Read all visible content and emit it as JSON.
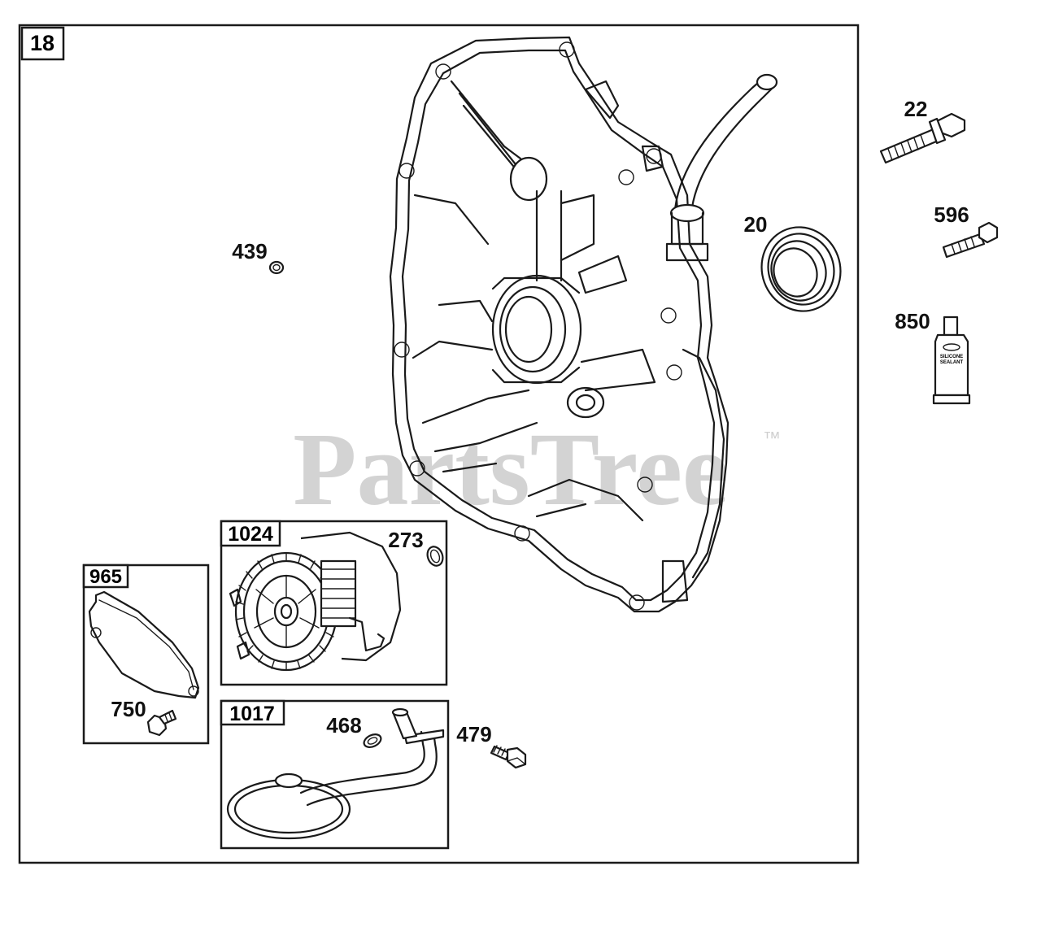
{
  "diagram": {
    "group_label": "18",
    "watermark": "PartsTree",
    "watermark_tm": "™",
    "callouts": {
      "c439": "439",
      "c22": "22",
      "c20": "20",
      "c596": "596",
      "c850": "850",
      "c273": "273",
      "c468": "468",
      "c479": "479",
      "c750": "750"
    },
    "sub_boxes": {
      "b1024": "1024",
      "b965": "965",
      "b1017": "1017"
    },
    "tube_text_line1": "SILICONE",
    "tube_text_line2": "SEALANT"
  }
}
